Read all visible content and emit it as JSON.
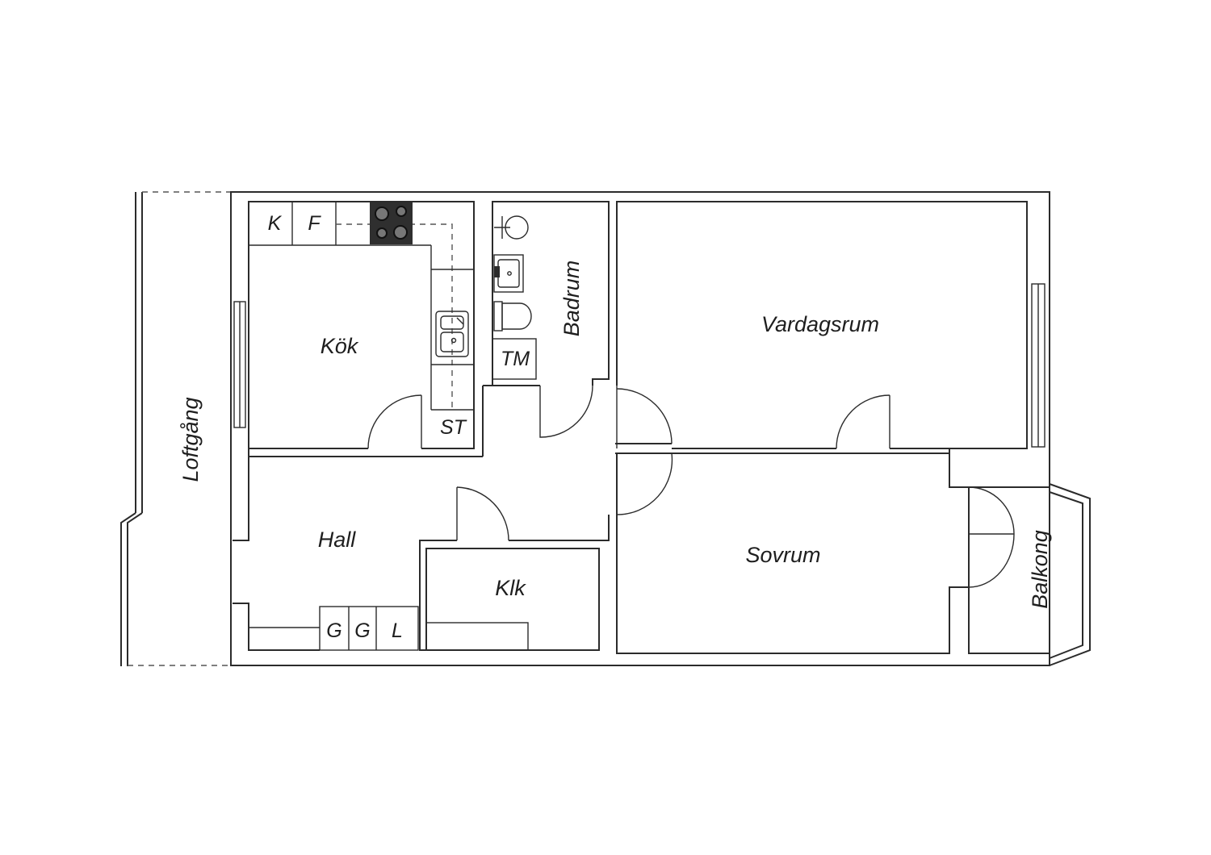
{
  "rooms": {
    "kok": "Kök",
    "badrum": "Badrum",
    "vardagsrum": "Vardagsrum",
    "loftgang": "Loftgång",
    "hall": "Hall",
    "klk": "Klk",
    "sovrum": "Sovrum",
    "balkong": "Balkong"
  },
  "fixtures": {
    "kyl": "K",
    "frys": "F",
    "stadskap": "ST",
    "torktumlare": "TM",
    "garderob_1": "G",
    "garderob_2": "G",
    "linneskap": "L"
  },
  "colors": {
    "line": "#2b2b2b",
    "stove": "#2f2f2f",
    "background": "#ffffff"
  },
  "icons": [
    "stove-icon",
    "sink-icon",
    "shower-icon",
    "washbasin-icon",
    "toilet-icon"
  ]
}
